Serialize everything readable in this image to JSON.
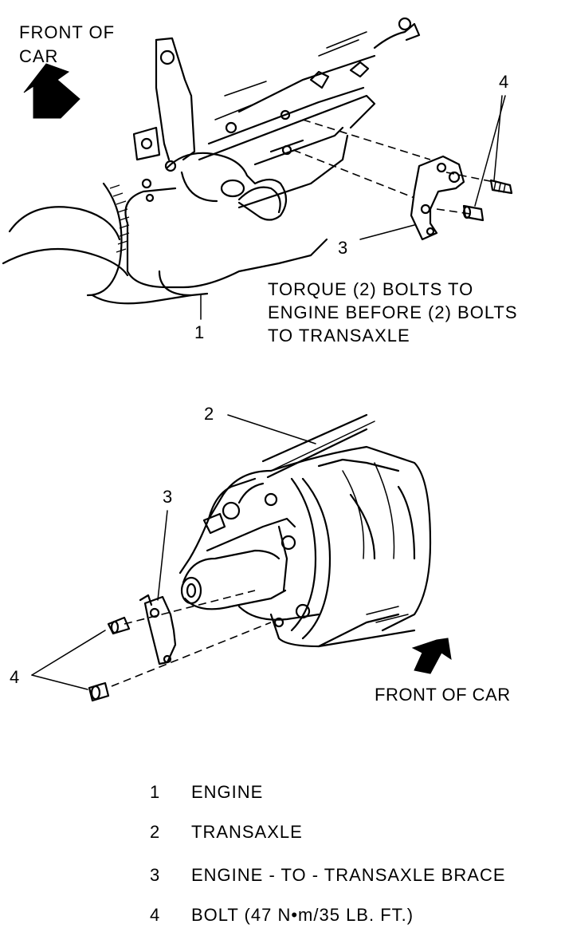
{
  "top_view": {
    "front_of_car_label": "FRONT OF\nCAR",
    "callout_1": "1",
    "callout_3": "3",
    "callout_4": "4",
    "torque_note": "TORQUE (2) BOLTS TO\nENGINE BEFORE (2) BOLTS\nTO TRANSAXLE"
  },
  "bottom_view": {
    "callout_2": "2",
    "callout_3": "3",
    "callout_4": "4",
    "front_of_car_label": "FRONT OF CAR"
  },
  "legend": [
    {
      "num": "1",
      "text": "ENGINE"
    },
    {
      "num": "2",
      "text": "TRANSAXLE"
    },
    {
      "num": "3",
      "text": "ENGINE - TO - TRANSAXLE BRACE"
    },
    {
      "num": "4",
      "text": "BOLT (47 N•m/35 LB. FT.)"
    }
  ],
  "icons": {
    "direction_arrow_top": "front-arrow-icon",
    "direction_arrow_bottom": "front-arrow-icon"
  }
}
